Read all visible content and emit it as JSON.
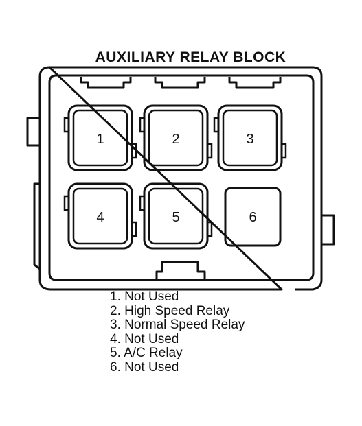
{
  "title": "AUXILIARY RELAY BLOCK",
  "relays": [
    {
      "number": "1",
      "filled": true
    },
    {
      "number": "2",
      "filled": true
    },
    {
      "number": "3",
      "filled": true
    },
    {
      "number": "4",
      "filled": true
    },
    {
      "number": "5",
      "filled": true
    },
    {
      "number": "6",
      "filled": false
    }
  ],
  "legend": [
    "1. Not Used",
    "2. High Speed Relay",
    "3. Normal Speed Relay",
    "4. Not Used",
    "5. A/C Relay",
    "6. Not Used"
  ]
}
